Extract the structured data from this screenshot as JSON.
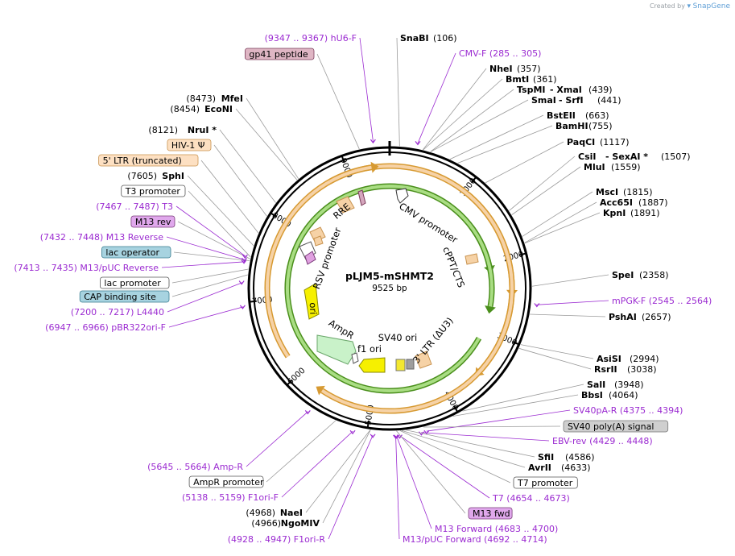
{
  "credit": {
    "prefix": "Created by",
    "brand": "SnapGene"
  },
  "plasmid": {
    "name": "pLJM5-mSHMT2",
    "length_label": "9525 bp",
    "length": 9525
  },
  "colors": {
    "primer": "#9b2bd1",
    "backbone": "#000000",
    "orf_fill": "#f6d2a6",
    "orf_stroke": "#c9934f"
  },
  "ruler_ticks": [
    "1000",
    "2000",
    "3000",
    "4000",
    "5000",
    "6000",
    "7000",
    "8000",
    "9000"
  ],
  "features": [
    {
      "id": "cmv-promoter",
      "label": "CMV promoter"
    },
    {
      "id": "cppt-cts",
      "label": "cPPT/CTS"
    },
    {
      "id": "sv40-ori",
      "label": "SV40 ori"
    },
    {
      "id": "ltr3",
      "label": "3' LTR (ΔU3)"
    },
    {
      "id": "f1-ori",
      "label": "f1 ori"
    },
    {
      "id": "ampr",
      "label": "AmpR"
    },
    {
      "id": "ori",
      "label": "ori"
    },
    {
      "id": "rsv-promoter",
      "label": "RSV promoter"
    },
    {
      "id": "rre",
      "label": "RRE"
    }
  ],
  "annotations": [
    {
      "type": "site",
      "name": "SnaBI",
      "pos": "(106)"
    },
    {
      "type": "primer",
      "name": "CMV-F",
      "pos": "(285 .. 305)"
    },
    {
      "type": "site",
      "name": "NheI",
      "pos": "(357)"
    },
    {
      "type": "site",
      "name": "BmtI",
      "pos": "(361)"
    },
    {
      "type": "site",
      "name": "TspMI",
      "name2": "- XmaI",
      "pos": "(439)"
    },
    {
      "type": "site",
      "name": "SmaI",
      "name2": "- SrfI",
      "pos": "(441)"
    },
    {
      "type": "site",
      "name": "BstEII",
      "pos": "(663)"
    },
    {
      "type": "site",
      "name": "BamHI",
      "pos": "(755)"
    },
    {
      "type": "site",
      "name": "PaqCI",
      "pos": "(1117)"
    },
    {
      "type": "site",
      "name": "CsiI",
      "name2": "- SexAI *",
      "pos": "(1507)"
    },
    {
      "type": "site",
      "name": "MluI",
      "pos": "(1559)"
    },
    {
      "type": "site",
      "name": "MscI",
      "pos": "(1815)"
    },
    {
      "type": "site",
      "name": "Acc65I",
      "pos": "(1887)"
    },
    {
      "type": "site",
      "name": "KpnI",
      "pos": "(1891)"
    },
    {
      "type": "site",
      "name": "SpeI",
      "pos": "(2358)"
    },
    {
      "type": "primer",
      "name": "mPGK-F",
      "pos": "(2545 .. 2564)"
    },
    {
      "type": "site",
      "name": "PshAI",
      "pos": "(2657)"
    },
    {
      "type": "site",
      "name": "AsiSI",
      "pos": "(2994)"
    },
    {
      "type": "site",
      "name": "RsrII",
      "pos": "(3038)"
    },
    {
      "type": "site",
      "name": "SalI",
      "pos": "(3948)"
    },
    {
      "type": "site",
      "name": "BbsI",
      "pos": "(4064)"
    },
    {
      "type": "primer",
      "name": "SV40pA-R",
      "pos": "(4375 .. 4394)"
    },
    {
      "type": "boxed",
      "name": "SV40 poly(A) signal"
    },
    {
      "type": "primer",
      "name": "EBV-rev",
      "pos": "(4429 .. 4448)"
    },
    {
      "type": "site",
      "name": "SfiI",
      "pos": "(4586)"
    },
    {
      "type": "site",
      "name": "AvrII",
      "pos": "(4633)"
    },
    {
      "type": "boxed",
      "name": "T7 promoter"
    },
    {
      "type": "primer",
      "name": "T7",
      "pos": "(4654 .. 4673)"
    },
    {
      "type": "boxed",
      "name": "M13 fwd"
    },
    {
      "type": "primer",
      "name": "M13 Forward",
      "pos": "(4683 .. 4700)"
    },
    {
      "type": "primer",
      "name": "M13/pUC Forward",
      "pos": "(4692 .. 4714)"
    },
    {
      "type": "primer",
      "name": "F1ori-R",
      "pos": "(4928 .. 4947)"
    },
    {
      "type": "site",
      "name": "NaeI",
      "pos": "(4968)"
    },
    {
      "type": "site",
      "name": "NgoMIV",
      "pos": "(4966)"
    },
    {
      "type": "primer",
      "name": "F1ori-F",
      "pos": "(5138 .. 5159)"
    },
    {
      "type": "boxed",
      "name": "AmpR promoter"
    },
    {
      "type": "primer",
      "name": "Amp-R",
      "pos": "(5645 .. 5664)"
    },
    {
      "type": "primer",
      "name": "pBR322ori-F",
      "pos": "(6947 .. 6966)"
    },
    {
      "type": "primer",
      "name": "L4440",
      "pos": "(7200 .. 7217)"
    },
    {
      "type": "boxed",
      "name": "CAP binding site"
    },
    {
      "type": "boxed",
      "name": "lac promoter"
    },
    {
      "type": "primer",
      "name": "M13/pUC Reverse",
      "pos": "(7413 .. 7435)"
    },
    {
      "type": "boxed",
      "name": "lac operator"
    },
    {
      "type": "primer",
      "name": "M13 Reverse",
      "pos": "(7432 .. 7448)"
    },
    {
      "type": "boxed",
      "name": "M13 rev"
    },
    {
      "type": "primer",
      "name": "T3",
      "pos": "(7467 .. 7487)"
    },
    {
      "type": "boxed",
      "name": "T3 promoter"
    },
    {
      "type": "site",
      "name": "SphI",
      "pos": "(7605)"
    },
    {
      "type": "boxed",
      "name": "5' LTR (truncated)"
    },
    {
      "type": "boxed",
      "name": "HIV-1 Ψ"
    },
    {
      "type": "site",
      "name": "NruI *",
      "pos": "(8121)"
    },
    {
      "type": "site",
      "name": "EcoNI",
      "pos": "(8454)"
    },
    {
      "type": "site",
      "name": "MfeI",
      "pos": "(8473)"
    },
    {
      "type": "boxed",
      "name": "gp41 peptide"
    },
    {
      "type": "primer",
      "name": "hU6-F",
      "pos": "(9347 .. 9367)"
    }
  ]
}
